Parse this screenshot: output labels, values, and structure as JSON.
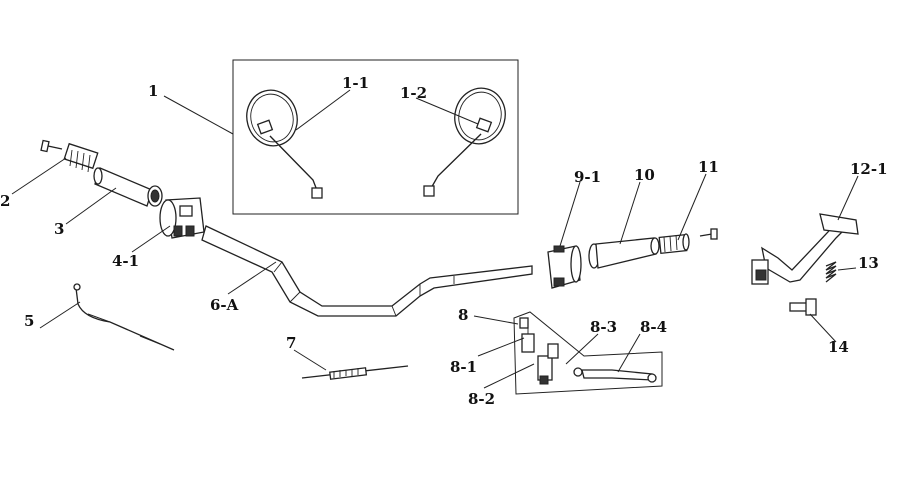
{
  "callouts": {
    "c1": "1",
    "c1_1": "1-1",
    "c1_2": "1-2",
    "c2": "2",
    "c3": "3",
    "c4_1": "4-1",
    "c5": "5",
    "c6_a": "6-A",
    "c7": "7",
    "c8": "8",
    "c8_1": "8-1",
    "c8_2": "8-2",
    "c8_3": "8-3",
    "c8_4": "8-4",
    "c9_1": "9-1",
    "c10": "10",
    "c11": "11",
    "c12_1": "12-1",
    "c13": "13",
    "c14": "14"
  }
}
